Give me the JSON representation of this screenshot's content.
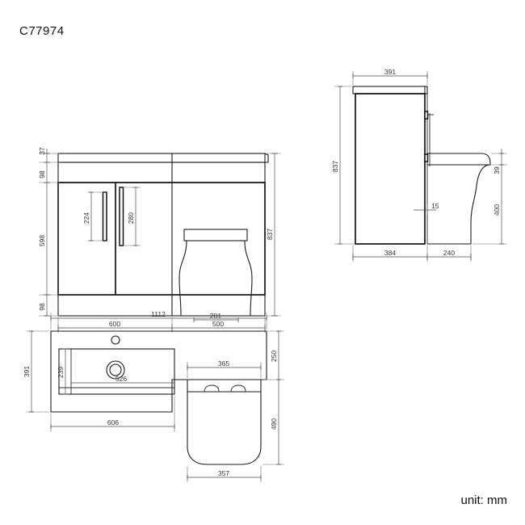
{
  "drawing": {
    "title": "C77974",
    "unit_label": "unit: mm",
    "unit": "mm",
    "product": "bathroom vanity unit with basin and back-to-wall toilet"
  },
  "views": {
    "front": {
      "name": "front-elevation",
      "dimensions": {
        "top_plinth": "37",
        "upper_band": "98",
        "door_height": "598",
        "lower_band": "98",
        "cabinet_width": "600",
        "total_height": "837",
        "toilet_base_width": "201",
        "toilet_section_width": "500",
        "handle_left": "224",
        "handle_right": "280"
      }
    },
    "side": {
      "name": "side-elevation",
      "dimensions": {
        "top_width": "391",
        "total_height": "837",
        "panel_offset": "15",
        "seat_thickness": "39",
        "pan_height": "400",
        "cabinet_depth": "384",
        "toilet_depth": "240"
      }
    },
    "plan": {
      "name": "plan-view",
      "dimensions": {
        "overall_width": "1112",
        "overall_depth": "391",
        "basin_inner_depth": "239",
        "basin_inner_width": "526",
        "basin_outer_width": "606",
        "toilet_offset_depth": "250",
        "toilet_seat_width": "365",
        "toilet_seat_depth": "490",
        "toilet_base_width": "357"
      }
    }
  },
  "colors": {
    "background": "#ffffff",
    "line": "#1a1a1a",
    "dimension_line": "#4a4a4a",
    "text": "#111111"
  }
}
